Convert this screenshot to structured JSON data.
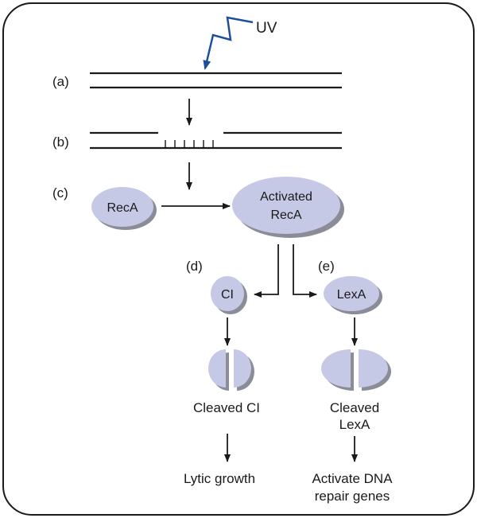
{
  "uv_label": "UV",
  "steps": {
    "a": "(a)",
    "b": "(b)",
    "c": "(c)",
    "d": "(d)",
    "e": "(e)"
  },
  "nodes": {
    "reca": "RecA",
    "activated_reca_line1": "Activated",
    "activated_reca_line2": "RecA",
    "ci": "CI",
    "lexa": "LexA"
  },
  "captions": {
    "cleaved_ci": "Cleaved CI",
    "cleaved_lexa_line1": "Cleaved",
    "cleaved_lexa_line2": "LexA",
    "lytic_growth": "Lytic growth",
    "activate_dna_line1": "Activate DNA",
    "activate_dna_line2": "repair genes"
  },
  "colors": {
    "protein_fill": "#c6c9e6",
    "protein_shadow": "#8a8d98",
    "uv_bolt": "#1d4f9c",
    "line": "#1a1a1a",
    "frame": "#1a1a1a"
  }
}
